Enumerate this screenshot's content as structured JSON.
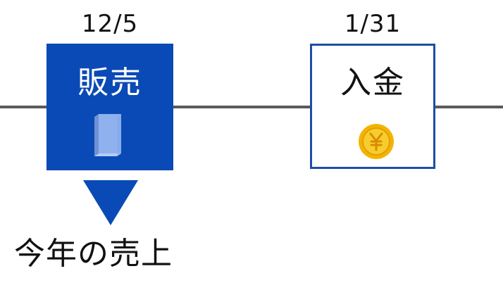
{
  "events": [
    {
      "date": "12/5",
      "title": "販売",
      "icon": "book-icon"
    },
    {
      "date": "1/31",
      "title": "入金",
      "icon": "yen-coin-icon"
    }
  ],
  "caption": "今年の売上",
  "colors": {
    "timeline": "#5a5a5a",
    "sales_fill": "#0a4ab6",
    "payment_border": "#1c4fa6",
    "book": "#8fb2ee",
    "coin": "#f2b400"
  }
}
